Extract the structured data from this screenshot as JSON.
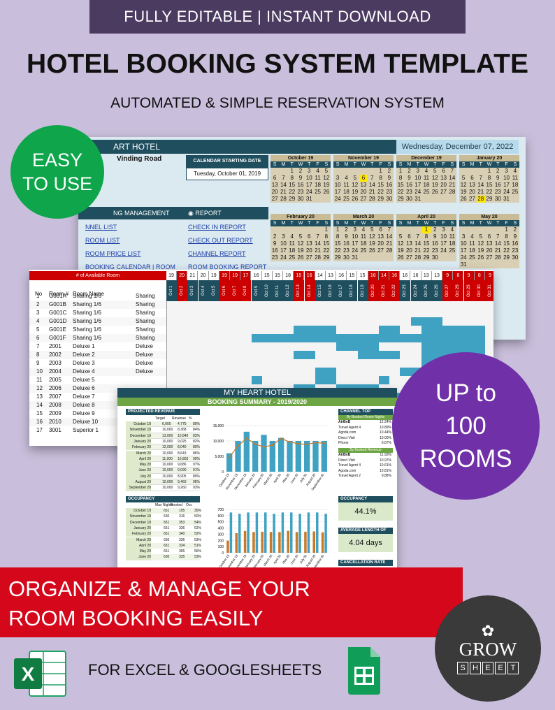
{
  "top_banner": "FULLY EDITABLE | INSTANT DOWNLOAD",
  "title": "HOTEL BOOKING SYSTEM TEMPLATE",
  "subtitle": "AUTOMATED & SIMPLE RESERVATION SYSTEM",
  "badge_easy": {
    "line1": "EASY",
    "line2": "TO USE"
  },
  "badge_rooms": {
    "line1": "UP to",
    "line2": "100",
    "line3": "ROOMS"
  },
  "red_banner": {
    "line1": "ORGANIZE & MANAGE YOUR",
    "line2": "ROOM BOOKING EASILY"
  },
  "footer": "FOR EXCEL & GOOGLESHEETS",
  "logo": {
    "word1": "GROW",
    "word2": [
      "S",
      "H",
      "E",
      "E",
      "T"
    ]
  },
  "dash1": {
    "hotel": "ART HOTEL",
    "date": "Wednesday, December 07, 2022",
    "address": "Vinding Road",
    "cal_start_label": "CALENDAR STARTING DATE",
    "cal_start_value": "Tuesday, October 01, 2019",
    "mgmt_label": "NG MANAGEMENT",
    "report_label": "◉ REPORT",
    "left_links": [
      "NNEL LIST",
      "ROOM LIST",
      "ROOM PRICE LIST",
      "BOOKING CALENDAR | ROOM"
    ],
    "right_links": [
      "CHECK IN REPORT",
      "CHECK OUT REPORT",
      "CHANNEL REPORT",
      "ROOM BOOKING REPORT"
    ],
    "weekdays": [
      "S",
      "M",
      "T",
      "W",
      "T",
      "F",
      "S"
    ],
    "calendars": [
      {
        "month": "October 19",
        "days": [
          "",
          "",
          "1",
          "2",
          "3",
          "4",
          "5",
          "6",
          "7",
          "8",
          "9",
          "10",
          "11",
          "12",
          "13",
          "14",
          "15",
          "16",
          "17",
          "18",
          "19",
          "20",
          "21",
          "22",
          "23",
          "24",
          "25",
          "26",
          "27",
          "28",
          "29",
          "30",
          "31"
        ],
        "hl": ""
      },
      {
        "month": "November 19",
        "days": [
          "",
          "",
          "",
          "",
          "",
          "1",
          "2",
          "3",
          "4",
          "5",
          "6",
          "7",
          "8",
          "9",
          "10",
          "11",
          "12",
          "13",
          "14",
          "15",
          "16",
          "17",
          "18",
          "19",
          "20",
          "21",
          "22",
          "23",
          "24",
          "25",
          "26",
          "27",
          "28",
          "29",
          "30"
        ],
        "hl": "6"
      },
      {
        "month": "December 19",
        "days": [
          "1",
          "2",
          "3",
          "4",
          "5",
          "6",
          "7",
          "8",
          "9",
          "10",
          "11",
          "12",
          "13",
          "14",
          "15",
          "16",
          "17",
          "18",
          "19",
          "20",
          "21",
          "22",
          "23",
          "24",
          "25",
          "26",
          "27",
          "28",
          "29",
          "30",
          "31"
        ],
        "hl": ""
      },
      {
        "month": "January 20",
        "days": [
          "",
          "",
          "",
          "1",
          "2",
          "3",
          "4",
          "5",
          "6",
          "7",
          "8",
          "9",
          "10",
          "11",
          "12",
          "13",
          "14",
          "15",
          "16",
          "17",
          "18",
          "19",
          "20",
          "21",
          "22",
          "23",
          "24",
          "25",
          "26",
          "27",
          "28",
          "29",
          "30",
          "31"
        ],
        "hl": "28"
      },
      {
        "month": "February 20",
        "days": [
          "",
          "",
          "",
          "",
          "",
          "",
          "1",
          "2",
          "3",
          "4",
          "5",
          "6",
          "7",
          "8",
          "9",
          "10",
          "11",
          "12",
          "13",
          "14",
          "15",
          "16",
          "17",
          "18",
          "19",
          "20",
          "21",
          "22",
          "23",
          "24",
          "25",
          "26",
          "27",
          "28",
          "29"
        ],
        "hl": ""
      },
      {
        "month": "March 20",
        "days": [
          "1",
          "2",
          "3",
          "4",
          "5",
          "6",
          "7",
          "8",
          "9",
          "10",
          "11",
          "12",
          "13",
          "14",
          "15",
          "16",
          "17",
          "18",
          "19",
          "20",
          "21",
          "22",
          "23",
          "24",
          "25",
          "26",
          "27",
          "28",
          "29",
          "30",
          "31"
        ],
        "hl": ""
      },
      {
        "month": "April 20",
        "days": [
          "",
          "",
          "",
          "1",
          "2",
          "3",
          "4",
          "5",
          "6",
          "7",
          "8",
          "9",
          "10",
          "11",
          "12",
          "13",
          "14",
          "15",
          "16",
          "17",
          "18",
          "19",
          "20",
          "21",
          "22",
          "23",
          "24",
          "25",
          "26",
          "27",
          "28",
          "29",
          "30"
        ],
        "hl": "1"
      },
      {
        "month": "May 20",
        "days": [
          "",
          "",
          "",
          "",
          "",
          "1",
          "2",
          "3",
          "4",
          "5",
          "6",
          "7",
          "8",
          "9",
          "10",
          "11",
          "12",
          "13",
          "14",
          "15",
          "16",
          "17",
          "18",
          "19",
          "20",
          "21",
          "22",
          "23",
          "24",
          "25",
          "26",
          "27",
          "28",
          "29",
          "30",
          "31"
        ],
        "hl": ""
      }
    ]
  },
  "dash2": {
    "available_label": "# of Available Room",
    "headers": [
      "No",
      "Room #",
      "Room Name"
    ],
    "rooms": [
      [
        "1",
        "G001A",
        "Sharing 1/6",
        "Sharing"
      ],
      [
        "2",
        "G001B",
        "Sharing 1/6",
        "Sharing"
      ],
      [
        "3",
        "G001C",
        "Sharing 1/6",
        "Sharing"
      ],
      [
        "4",
        "G001D",
        "Sharing 1/6",
        "Sharing"
      ],
      [
        "5",
        "G001E",
        "Sharing 1/6",
        "Sharing"
      ],
      [
        "6",
        "G001F",
        "Sharing 1/6",
        "Sharing"
      ],
      [
        "7",
        "2001",
        "Deluxe 1",
        "Deluxe"
      ],
      [
        "8",
        "2002",
        "Deluxe 2",
        "Deluxe"
      ],
      [
        "9",
        "2003",
        "Deluxe 3",
        "Deluxe"
      ],
      [
        "10",
        "2004",
        "Deluxe 4",
        "Deluxe"
      ],
      [
        "11",
        "2005",
        "Deluxe 5",
        ""
      ],
      [
        "12",
        "2006",
        "Deluxe 6",
        ""
      ],
      [
        "13",
        "2007",
        "Deluxe 7",
        ""
      ],
      [
        "14",
        "2008",
        "Deluxe 8",
        ""
      ],
      [
        "15",
        "2009",
        "Deluxe 9",
        ""
      ],
      [
        "16",
        "2010",
        "Deluxe 10",
        ""
      ],
      [
        "17",
        "3001",
        "Superior 1",
        ""
      ]
    ],
    "avail_counts": [
      "19",
      "20",
      "21",
      "20",
      "19",
      "19",
      "19",
      "17",
      "16",
      "15",
      "15",
      "18",
      "15",
      "16",
      "14",
      "13",
      "16",
      "15",
      "15",
      "16",
      "14",
      "16",
      "16",
      "16",
      "13",
      "13",
      "9",
      "8",
      "9",
      "8",
      "9"
    ],
    "days": [
      "Oct 1",
      "Oct 2",
      "Oct 3",
      "Oct 4",
      "Oct 5",
      "Oct 6",
      "Oct 7",
      "Oct 8",
      "Oct 9",
      "Oct 10",
      "Oct 11",
      "Oct 12",
      "Oct 13",
      "Oct 14",
      "Oct 15",
      "Oct 16",
      "Oct 17",
      "Oct 18",
      "Oct 19",
      "Oct 20",
      "Oct 21",
      "Oct 22",
      "Oct 23",
      "Oct 24",
      "Oct 25",
      "Oct 26",
      "Oct 27",
      "Oct 28",
      "Oct 29",
      "Oct 30",
      "Oct 31"
    ],
    "weekend_days": [
      1,
      5,
      6,
      7,
      12,
      13,
      19,
      20,
      21,
      26,
      27,
      28,
      29,
      30
    ]
  },
  "dash3": {
    "title": "MY HEART HOTEL",
    "subtitle": "BOOKING SUMMARY - 2019/2020",
    "proj_label": "PROJECTED REVENUE",
    "proj_headers": [
      "Target",
      "Revenue",
      "%"
    ],
    "proj_rows": [
      [
        "October 19",
        "6,000",
        "4,775",
        "80%"
      ],
      [
        "November 19",
        "10,000",
        "8,368",
        "84%"
      ],
      [
        "December 19",
        "13,000",
        "10,840",
        "83%"
      ],
      [
        "January 20",
        "10,000",
        "9,025",
        "82%"
      ],
      [
        "February 20",
        "12,000",
        "8,040",
        "80%"
      ],
      [
        "March 20",
        "10,000",
        "8,643",
        "86%"
      ],
      [
        "April 20",
        "11,000",
        "10,803",
        "90%"
      ],
      [
        "May 20",
        "10,000",
        "9,686",
        "97%"
      ],
      [
        "June 20",
        "10,000",
        "9,090",
        "91%"
      ],
      [
        "July 20",
        "10,000",
        "8,905",
        "89%"
      ],
      [
        "August 20",
        "10,000",
        "9,460",
        "95%"
      ],
      [
        "September 20",
        "10,000",
        "9,260",
        "93%"
      ]
    ],
    "occ_label": "OCCUPANCY",
    "occ_headers": [
      "Max Nights",
      "Booked",
      "Occ"
    ],
    "occ_rows": [
      [
        "October 19",
        "651",
        "195",
        "30%"
      ],
      [
        "November 19",
        "630",
        "316",
        "50%"
      ],
      [
        "December 19",
        "651",
        "353",
        "54%"
      ],
      [
        "January 20",
        "651",
        "336",
        "52%"
      ],
      [
        "February 20",
        "651",
        "340",
        "52%"
      ],
      [
        "March 20",
        "630",
        "336",
        "53%"
      ],
      [
        "April 20",
        "651",
        "334",
        "51%"
      ],
      [
        "May 20",
        "651",
        "355",
        "55%"
      ],
      [
        "June 20",
        "630",
        "335",
        "53%"
      ]
    ],
    "rev_chart": {
      "yticks": [
        "15,000",
        "10,000",
        "5,000",
        "0"
      ],
      "target": [
        6000,
        10000,
        13000,
        10000,
        12000,
        10000,
        11000,
        10000,
        10000,
        10000,
        10000,
        10000
      ],
      "revenue": [
        4775,
        8368,
        10840,
        9025,
        8040,
        8643,
        10803,
        9686,
        9090,
        8905,
        9460,
        9260
      ],
      "ymax": 15000
    },
    "occ_chart": {
      "yticks": [
        "700",
        "600",
        "500",
        "400",
        "300",
        "200",
        "100",
        "0"
      ],
      "max": [
        651,
        630,
        651,
        651,
        651,
        630,
        651,
        651,
        630,
        651,
        651,
        630
      ],
      "booked": [
        195,
        316,
        353,
        336,
        340,
        336,
        334,
        355,
        335,
        340,
        345,
        330
      ],
      "ymax": 700
    },
    "months": [
      "October 19",
      "November 19",
      "December 19",
      "January 20",
      "February 20",
      "March 20",
      "April 20",
      "May 20",
      "June 20",
      "July 20",
      "August 20",
      "September 20"
    ],
    "channel_label": "CHANNEL TOP CONTRIBUTOR",
    "by_nights": "By Booked Room Nights",
    "by_rev": "By Booked Revenue",
    "ch_nights": [
      [
        "AirBnB",
        "12.24%"
      ],
      [
        "Travel Agent 4",
        "10.89%"
      ],
      [
        "Agoda.com",
        "10.44%"
      ],
      [
        "Direct Visit",
        "10.00%"
      ],
      [
        "Phone",
        "6.67%"
      ]
    ],
    "ch_rev": [
      [
        "AirBnB",
        "11.93%"
      ],
      [
        "Direct Visit",
        "10.97%"
      ],
      [
        "Travel Agent 4",
        "10.61%"
      ],
      [
        "Agoda.com",
        "10.81%"
      ],
      [
        "Travel Agent 2",
        "9.88%"
      ]
    ],
    "occ_kpi_label": "OCCUPANCY",
    "occ_kpi": "44.1%",
    "alos_label": "AVERAGE LENGTH OF STAY",
    "alos": "4.04 days",
    "cancel_label": "CANCELLATION RATE"
  },
  "colors": {
    "teal": "#1f4e5e",
    "bar": "#3fa2c3",
    "red": "#d5071b",
    "green": "#0fa64b",
    "purple": "#6f30a8",
    "accent": "#c67a2a"
  }
}
